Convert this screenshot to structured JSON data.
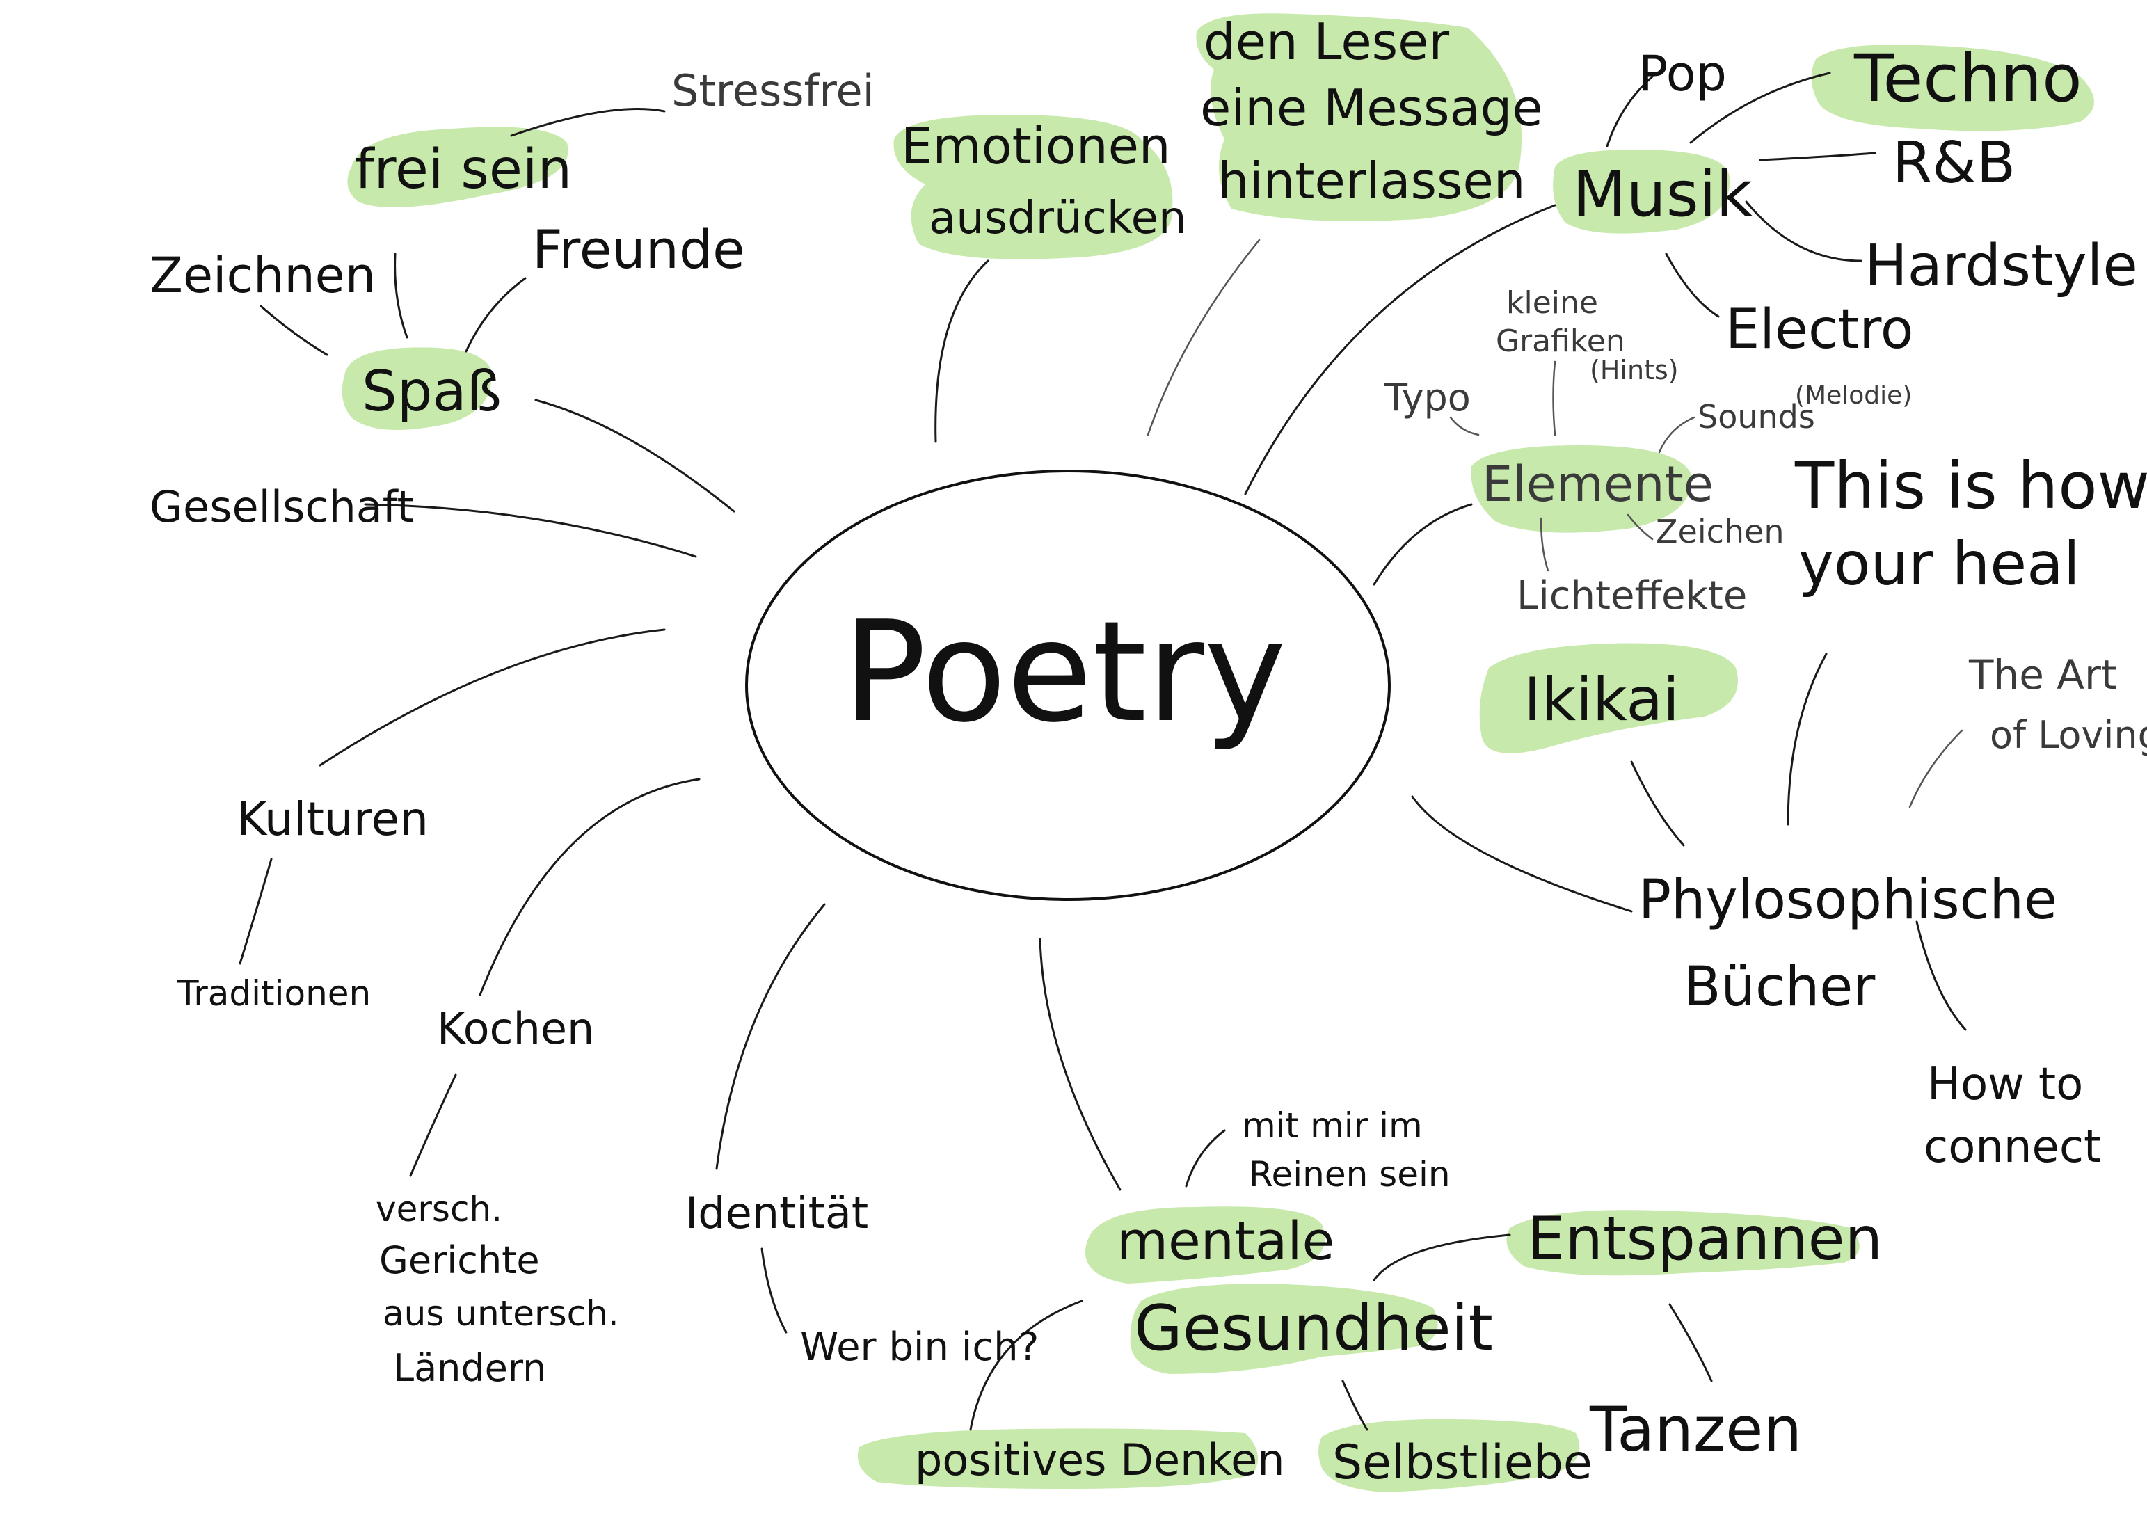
{
  "center": {
    "label": "Poetry"
  },
  "colors": {
    "highlight": "#c8e9ac",
    "ink": "#111111",
    "ink_light": "#3a3a3a"
  },
  "nodes": {
    "stressfrei": "Stressfrei",
    "frei_sein": "frei sein",
    "zeichnen": "Zeichnen",
    "freunde": "Freunde",
    "spass": "Spaß",
    "gesellschaft": "Gesellschaft",
    "kulturen": "Kulturen",
    "traditionen": "Traditionen",
    "kochen": "Kochen",
    "gerichte_1": "versch.",
    "gerichte_2": "Gerichte",
    "gerichte_3": "aus untersch.",
    "gerichte_4": "Ländern",
    "identitaet": "Identität",
    "wer_bin_ich": "Wer bin ich?",
    "emotionen_1": "Emotionen",
    "emotionen_2": "ausdrücken",
    "leser_1": "den Leser",
    "leser_2": "eine Message",
    "leser_3": "hinterlassen",
    "musik": "Musik",
    "pop": "Pop",
    "techno": "Techno",
    "rnb": "R&B",
    "hardstyle": "Hardstyle",
    "electro": "Electro",
    "elemente": "Elemente",
    "typo": "Typo",
    "kleine_grafiken_1": "kleine",
    "kleine_grafiken_2": "Grafiken",
    "hints": "(Hints)",
    "sounds": "Sounds",
    "melodie": "(Melodie)",
    "zeichen": "Zeichen",
    "lichteffekte": "Lichteffekte",
    "heal_1": "This is how",
    "heal_2": "your heal",
    "ikigai": "Ikikai",
    "art_1": "The Art",
    "art_2": "of Loving",
    "phylo_1": "Phylosophische",
    "phylo_2": "Bücher",
    "connect_1": "How to",
    "connect_2": "connect",
    "mental_1": "mentale",
    "mental_2": "Gesundheit",
    "reinen_1": "mit mir im",
    "reinen_2": "Reinen sein",
    "entspannen": "Entspannen",
    "tanzen": "Tanzen",
    "selbstliebe": "Selbstliebe",
    "positives": "positives Denken"
  }
}
